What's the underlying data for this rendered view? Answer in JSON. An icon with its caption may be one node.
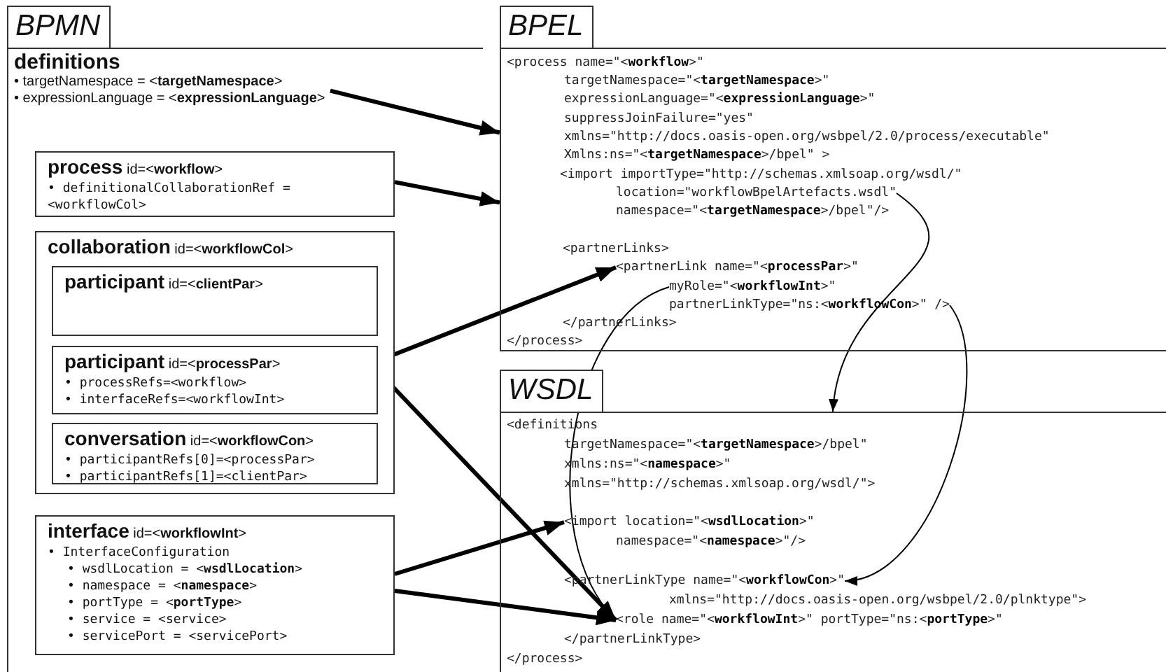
{
  "diagram": {
    "nodes": [
      {
        "text": [
          "BPMN"
        ]
      },
      {
        "text": [
          "definitions",
          "• targetNamespace = <**targetNamespace**>",
          "• expressionLanguage = <**expressionLanguage**>"
        ],
        "in": 0
      },
      {
        "text": [
          "**process** id=<**workflow**>",
          "• definitionalCollaborationRef = <workflowCol>"
        ],
        "in": 0
      },
      {
        "text": [
          "**collaboration** id=<**workflowCol**>"
        ],
        "in": 0
      },
      {
        "text": [
          "**participant** id=<**clientPar**>"
        ],
        "in": 3
      },
      {
        "text": [
          "**participant** id=<**processPar**>",
          "• processRefs=<workflow>",
          "• interfaceRefs=<workflowInt>"
        ],
        "in": 3
      },
      {
        "text": [
          "**conversation** id=<**workflowCon**>",
          "• participantRefs[0]=<processPar>",
          "• participantRefs[1]=<clientPar>"
        ],
        "in": 3
      },
      {
        "text": [
          "**interface** id=<**workflowInt**>",
          "• InterfaceConfiguration",
          "• wsdlLocation = <**wsdlLocation**>",
          "• namespace = <**namespace**>",
          "• portType = <**portType**>",
          "• service = <service>",
          "• servicePort = <servicePort>"
        ],
        "in": 0
      },
      {
        "text": [
          "BPEL"
        ]
      },
      {
        "text": [
          "<process name=\"<**workflow**>\""
        ],
        "in": 8
      },
      {
        "text": [
          "targetNamespace=\"<**targetNamespace**>\""
        ],
        "in": 8
      },
      {
        "text": [
          "expressionLanguage=\"<**expressionLanguage**>\""
        ],
        "in": 8
      },
      {
        "text": [
          "suppressJoinFailure=\"yes\""
        ],
        "in": 8
      },
      {
        "text": [
          "xmlns=\"http://docs.oasis-open.org/wsbpel/2.0/process/executable\""
        ],
        "in": 8
      },
      {
        "text": [
          "Xmlns:ns=\"<**targetNamespace**>/bpel\" >"
        ],
        "in": 8
      },
      {
        "text": [
          "<import importType=\"http://schemas.xmlsoap.org/wsdl/\""
        ],
        "in": 8
      },
      {
        "text": [
          "location=\"workflowBpelArtefacts.wsdl\""
        ],
        "in": 8
      },
      {
        "text": [
          "namespace=\"<**targetNamespace**>/bpel\"/>"
        ],
        "in": 8
      },
      {
        "text": [
          "<partnerLinks>"
        ],
        "in": 8
      },
      {
        "text": [
          "<partnerLink name=\"<**processPar**>\""
        ],
        "in": 8
      },
      {
        "text": [
          "myRole=\"<**workflowInt**>\""
        ],
        "in": 8
      },
      {
        "text": [
          "partnerLinkType=\"ns:<**workflowCon**>\" />"
        ],
        "in": 8
      },
      {
        "text": [
          "</partnerLinks>"
        ],
        "in": 8
      },
      {
        "text": [
          "</process>"
        ],
        "in": 8
      },
      {
        "text": [
          "WSDL"
        ]
      },
      {
        "text": [
          "<definitions"
        ],
        "in": 24
      },
      {
        "text": [
          "targetNamespace=\"<**targetNamespace**>/bpel\""
        ],
        "in": 24
      },
      {
        "text": [
          "xmlns:ns=\"<**namespace**>\""
        ],
        "in": 24
      },
      {
        "text": [
          "xmlns=\"http://schemas.xmlsoap.org/wsdl/\">"
        ],
        "in": 24
      },
      {
        "text": [
          "<import location=\"<**wsdlLocation**>\""
        ],
        "in": 24
      },
      {
        "text": [
          "namespace=\"<**namespace**>\"/>"
        ],
        "in": 24
      },
      {
        "text": [
          "<partnerLinkType name=\"<**workflowCon**>\""
        ],
        "in": 24
      },
      {
        "text": [
          "xmlns=\"http://docs.oasis-open.org/wsbpel/2.0/plnktype\">"
        ],
        "in": 24
      },
      {
        "text": [
          "<role name=\"<**workflowInt**>\" portType=\"ns:<**portType**>\""
        ],
        "in": 24
      },
      {
        "text": [
          "</partnerLinkType>"
        ],
        "in": 24
      },
      {
        "text": [
          "</process>"
        ],
        "in": 24
      }
    ],
    "edges": [
      {
        "from": 1,
        "to": 8,
        "arrow": "to"
      },
      {
        "from": 2,
        "to": 8,
        "arrow": "to"
      },
      {
        "from": 5,
        "to": 19,
        "arrow": "to"
      },
      {
        "from": 5,
        "to": 33,
        "arrow": "to"
      },
      {
        "from": 7,
        "to": 29,
        "arrow": "to"
      },
      {
        "from": 7,
        "to": 33,
        "arrow": "to"
      },
      {
        "from": 16,
        "to": 24,
        "arrow": "to"
      },
      {
        "from": 20,
        "to": 33,
        "arrow": "to"
      },
      {
        "from": 21,
        "to": 31,
        "arrow": "to"
      }
    ]
  }
}
